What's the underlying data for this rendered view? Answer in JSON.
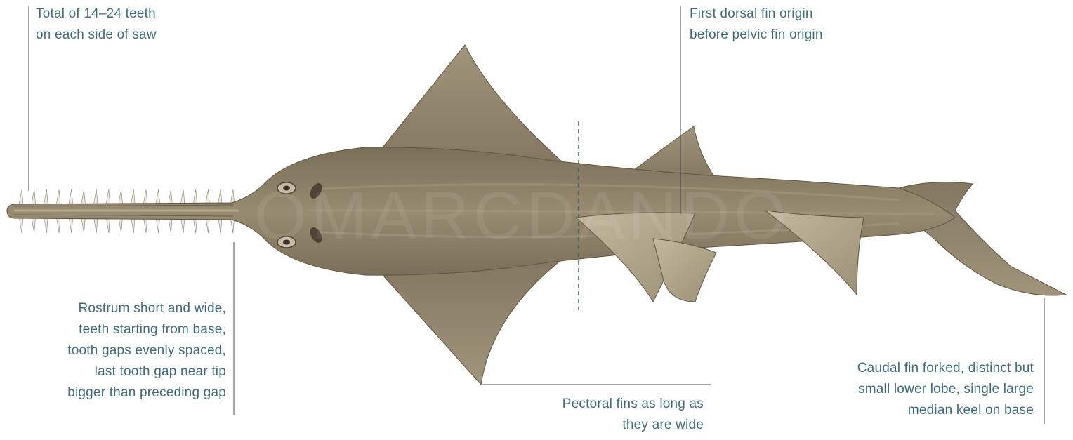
{
  "diagram": {
    "colors": {
      "label_text": "#3f6c7c",
      "leader_line": "#4a4a4a",
      "axis_dash": "#3a5a66",
      "body": "#8c7f66",
      "body_dark": "#6f6450",
      "body_light": "#b0a58c",
      "tooth": "#efeae0",
      "background": "#ffffff"
    },
    "watermark": "OMARCDANDO",
    "annotations": {
      "teeth": [
        "Total of 14–24 teeth",
        "on each side of saw"
      ],
      "dorsal": [
        "First dorsal fin origin",
        "before pelvic fin origin"
      ],
      "rostrum": [
        "Rostrum short and wide,",
        "teeth starting from base,",
        "tooth gaps evenly spaced,",
        "last tooth gap near tip",
        "bigger than preceding gap"
      ],
      "pectoral": [
        "Pectoral fins as long as",
        "they are wide"
      ],
      "caudal": [
        "Caudal fin forked, distinct but",
        "small lower lobe, single large",
        "median keel on base"
      ]
    }
  }
}
